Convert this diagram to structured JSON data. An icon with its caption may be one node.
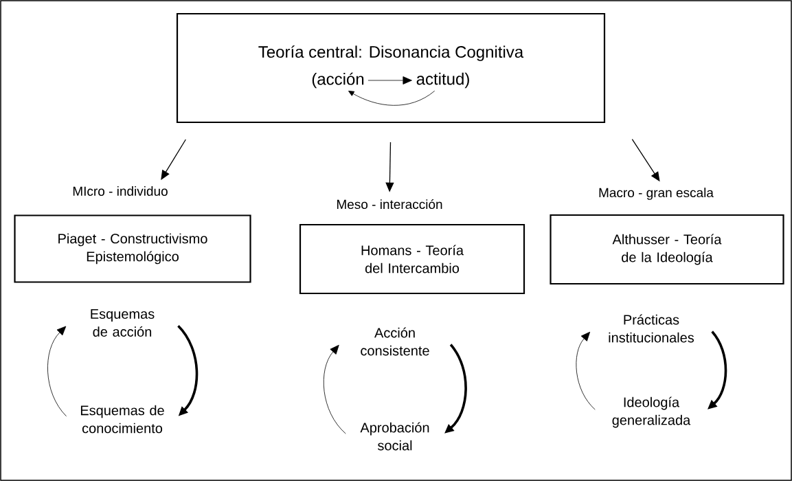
{
  "diagram": {
    "nodes": [
      {
        "text": [
          "Teoría central: Disonancia Cognitiva"
        ]
      },
      {
        "text": [
          "(acción"
        ],
        "in": 0
      },
      {
        "text": [
          "actitud)"
        ],
        "in": 0
      },
      {
        "text": [
          "MIcro - individuo"
        ]
      },
      {
        "text": [
          "Meso - interacción"
        ]
      },
      {
        "text": [
          "Macro - gran escala"
        ]
      },
      {
        "text": [
          "Piaget - Constructivismo Epistemológico"
        ]
      },
      {
        "text": [
          "Homans - Teoría del Intercambio"
        ]
      },
      {
        "text": [
          "Althusser - Teoría de la Ideología"
        ]
      },
      {
        "text": [
          "Esquemas de acción"
        ]
      },
      {
        "text": [
          "Esquemas de conocimiento"
        ]
      },
      {
        "text": [
          "Acción consistente"
        ]
      },
      {
        "text": [
          "Aprobación social"
        ]
      },
      {
        "text": [
          "Prácticas institucionales"
        ]
      },
      {
        "text": [
          "Ideología generalizada"
        ]
      }
    ],
    "edges": [
      {
        "from": 1,
        "to": 2,
        "arrow": "to"
      },
      {
        "from": 2,
        "to": 1,
        "arrow": "to"
      },
      {
        "from": 0,
        "to": 3,
        "arrow": "to"
      },
      {
        "from": 0,
        "to": 4,
        "arrow": "to"
      },
      {
        "from": 0,
        "to": 5,
        "arrow": "to"
      },
      {
        "from": 9,
        "to": 10,
        "arrow": "to",
        "style": "thick"
      },
      {
        "from": 10,
        "to": 9,
        "arrow": "to"
      },
      {
        "from": 11,
        "to": 12,
        "arrow": "to",
        "style": "thick"
      },
      {
        "from": 12,
        "to": 11,
        "arrow": "to"
      },
      {
        "from": 13,
        "to": 14,
        "arrow": "to",
        "style": "thick"
      },
      {
        "from": 14,
        "to": 13,
        "arrow": "to"
      }
    ]
  }
}
